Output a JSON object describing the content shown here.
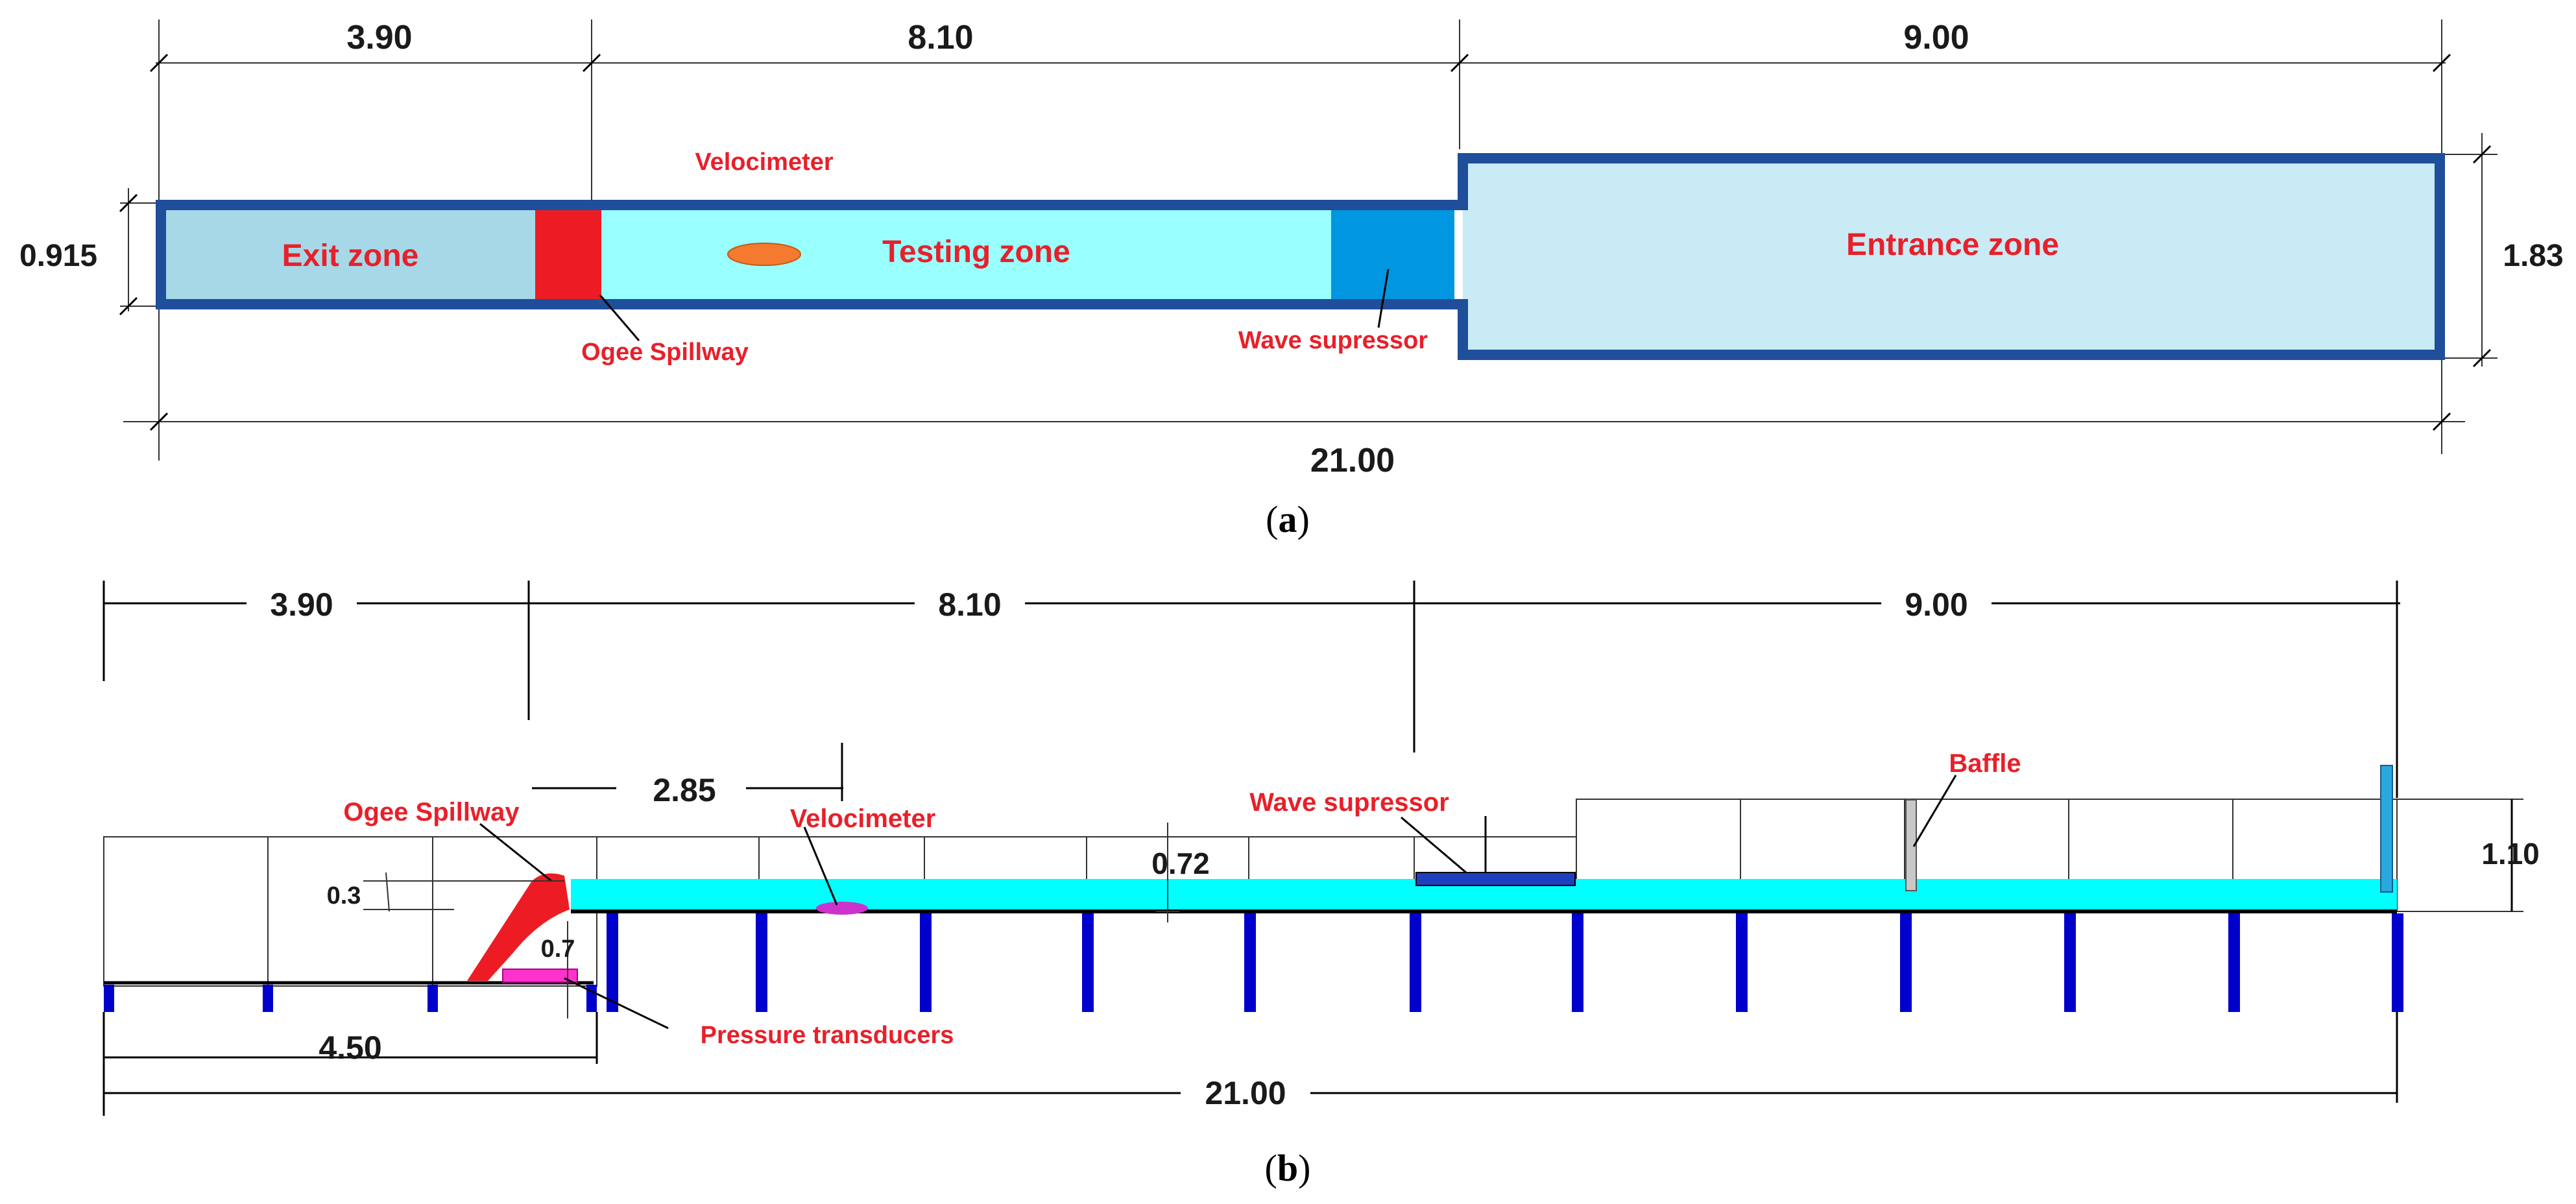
{
  "panel_a": {
    "caption_letter": "a",
    "dims": {
      "exit_length": "3.90",
      "testing_length": "8.10",
      "entrance_length": "9.00",
      "total_length": "21.00",
      "narrow_width": "0.915",
      "wide_width": "1.83"
    },
    "labels": {
      "exit_zone": "Exit zone",
      "testing_zone": "Testing zone",
      "entrance_zone": "Entrance zone",
      "velocimeter": "Velocimeter",
      "ogee_spillway": "Ogee Spillway",
      "wave_supressor": "Wave supressor"
    },
    "colors": {
      "outline": "#1f4e9a",
      "exit_fill": "#a6d8e8",
      "testing_fill": "#99ffff",
      "entrance_fill": "#c9ebf5",
      "spillway": "#ed1c24",
      "wave_supressor": "#0096e0",
      "velocimeter": "#f47a30"
    }
  },
  "panel_b": {
    "caption_letter": "b",
    "dims": {
      "exit_length": "3.90",
      "testing_length": "8.10",
      "entrance_length": "9.00",
      "velocimeter_distance": "2.85",
      "water_depth": "0.72",
      "channel_height": "1.10",
      "spillway_height": "0.3",
      "transducer_height": "0.7",
      "downstream_length": "4.50",
      "total_length": "21.00"
    },
    "labels": {
      "ogee_spillway": "Ogee Spillway",
      "velocimeter": "Velocimeter",
      "wave_supressor": "Wave supressor",
      "baffle": "Baffle",
      "pressure_transducers": "Pressure transducers"
    },
    "colors": {
      "water": "#00ffff",
      "support": "#0000cc",
      "spillway": "#ed1c24",
      "transducer": "#ff33cc",
      "velocimeter": "#cc33cc",
      "wave_supressor": "#1f3fbf",
      "baffle": "#c8c8c8",
      "inlet": "#29a8e0"
    }
  }
}
